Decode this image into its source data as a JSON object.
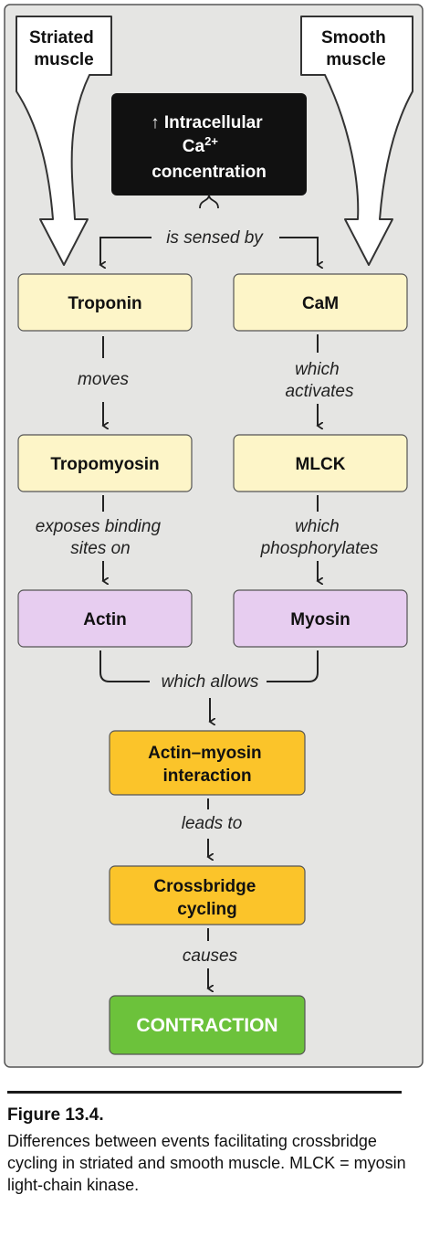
{
  "callouts": {
    "striated": [
      "Striated",
      "muscle"
    ],
    "smooth": [
      "Smooth",
      "muscle"
    ]
  },
  "top_box": {
    "arrow": "↑",
    "line1": "Intracellular",
    "ca": "Ca",
    "sup": "2+",
    "line3": "concentration"
  },
  "connectors": {
    "sensed": "is sensed by",
    "moves": "moves",
    "activates": [
      "which",
      "activates"
    ],
    "exposes": [
      "exposes binding",
      "sites on"
    ],
    "phosphorylates": [
      "which",
      "phosphorylates"
    ],
    "allows": "which allows",
    "leads": "leads to",
    "causes": "causes"
  },
  "boxes": {
    "troponin": "Troponin",
    "cam": "CaM",
    "tropomyosin": "Tropomyosin",
    "mlck": "MLCK",
    "actin": "Actin",
    "myosin": "Myosin",
    "interaction": [
      "Actin–myosin",
      "interaction"
    ],
    "crossbridge": [
      "Crossbridge",
      "cycling"
    ],
    "contraction": "CONTRACTION"
  },
  "caption": {
    "title": "Figure 13.4.",
    "text": "Differences between events facilitating crossbridge cycling in striated and smooth muscle. MLCK = myosin light-chain kinase."
  },
  "colors": {
    "panel": "#e5e5e3",
    "dark_box": "#111111",
    "yellow_box": "#fdf5c8",
    "purple_box": "#e7cdf0",
    "orange_box": "#fbc42a",
    "green_box": "#6cc23b",
    "line": "#222222"
  }
}
